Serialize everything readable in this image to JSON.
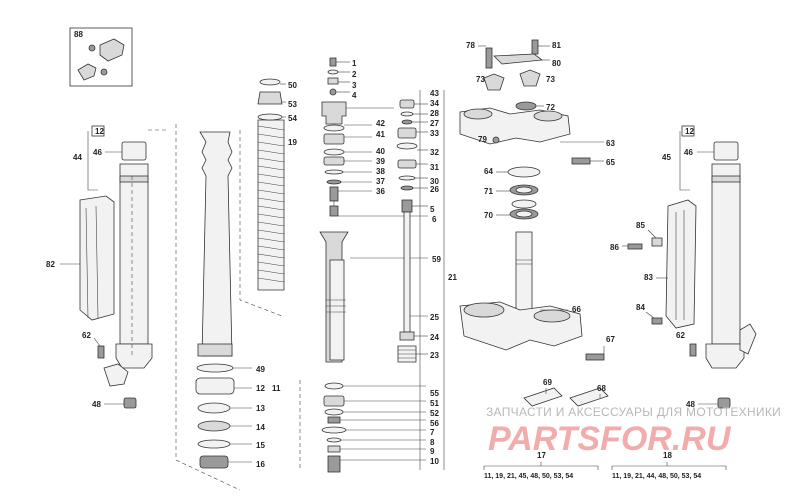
{
  "diagram": {
    "labels": {
      "p1": "1",
      "p2": "2",
      "p3": "3",
      "p4": "4",
      "p5": "5",
      "p6": "6",
      "p7": "7",
      "p8": "8",
      "p9": "9",
      "p10": "10",
      "p11": "11",
      "p12": "12",
      "p13": "13",
      "p14": "14",
      "p15": "15",
      "p16": "16",
      "p17": "17",
      "p18": "18",
      "p19": "19",
      "p21": "21",
      "p23": "23",
      "p24": "24",
      "p25": "25",
      "p26": "26",
      "p27": "27",
      "p28": "28",
      "p30": "30",
      "p31": "31",
      "p32": "32",
      "p33": "33",
      "p34": "34",
      "p36": "36",
      "p37": "37",
      "p38": "38",
      "p39": "39",
      "p40": "40",
      "p41": "41",
      "p42": "42",
      "p43": "43",
      "p44L": "44",
      "p44R": "45",
      "p46L": "46",
      "p46R": "46",
      "p48L": "48",
      "p48R": "48",
      "p49": "49",
      "p50": "50",
      "p51": "51",
      "p52": "52",
      "p53": "53",
      "p54": "54",
      "p55": "55",
      "p56": "56",
      "p59": "59",
      "p62L": "62",
      "p62R": "62",
      "p63": "63",
      "p64": "64",
      "p65": "65",
      "p66": "66",
      "p67": "67",
      "p68": "68",
      "p69": "69",
      "p70": "70",
      "p71": "71",
      "p72": "72",
      "p73a": "73",
      "p73b": "73",
      "p78": "78",
      "p79": "79",
      "p80": "80",
      "p81": "81",
      "p82": "82",
      "p83": "83",
      "p84": "84",
      "p85": "85",
      "p86": "86",
      "p88": "88",
      "box12L": "12",
      "box12R": "12"
    },
    "kits": {
      "k17": "11, 19, 21, 45, 48, 50, 53, 54",
      "k18": "11, 19, 21, 44, 48, 50, 53, 54"
    },
    "watermark": {
      "line1": "ЗАПЧАСТИ И АКСЕССУАРЫ ДЛЯ МОТОТЕХНИКИ",
      "line2": "PARTSFOR.RU"
    }
  }
}
